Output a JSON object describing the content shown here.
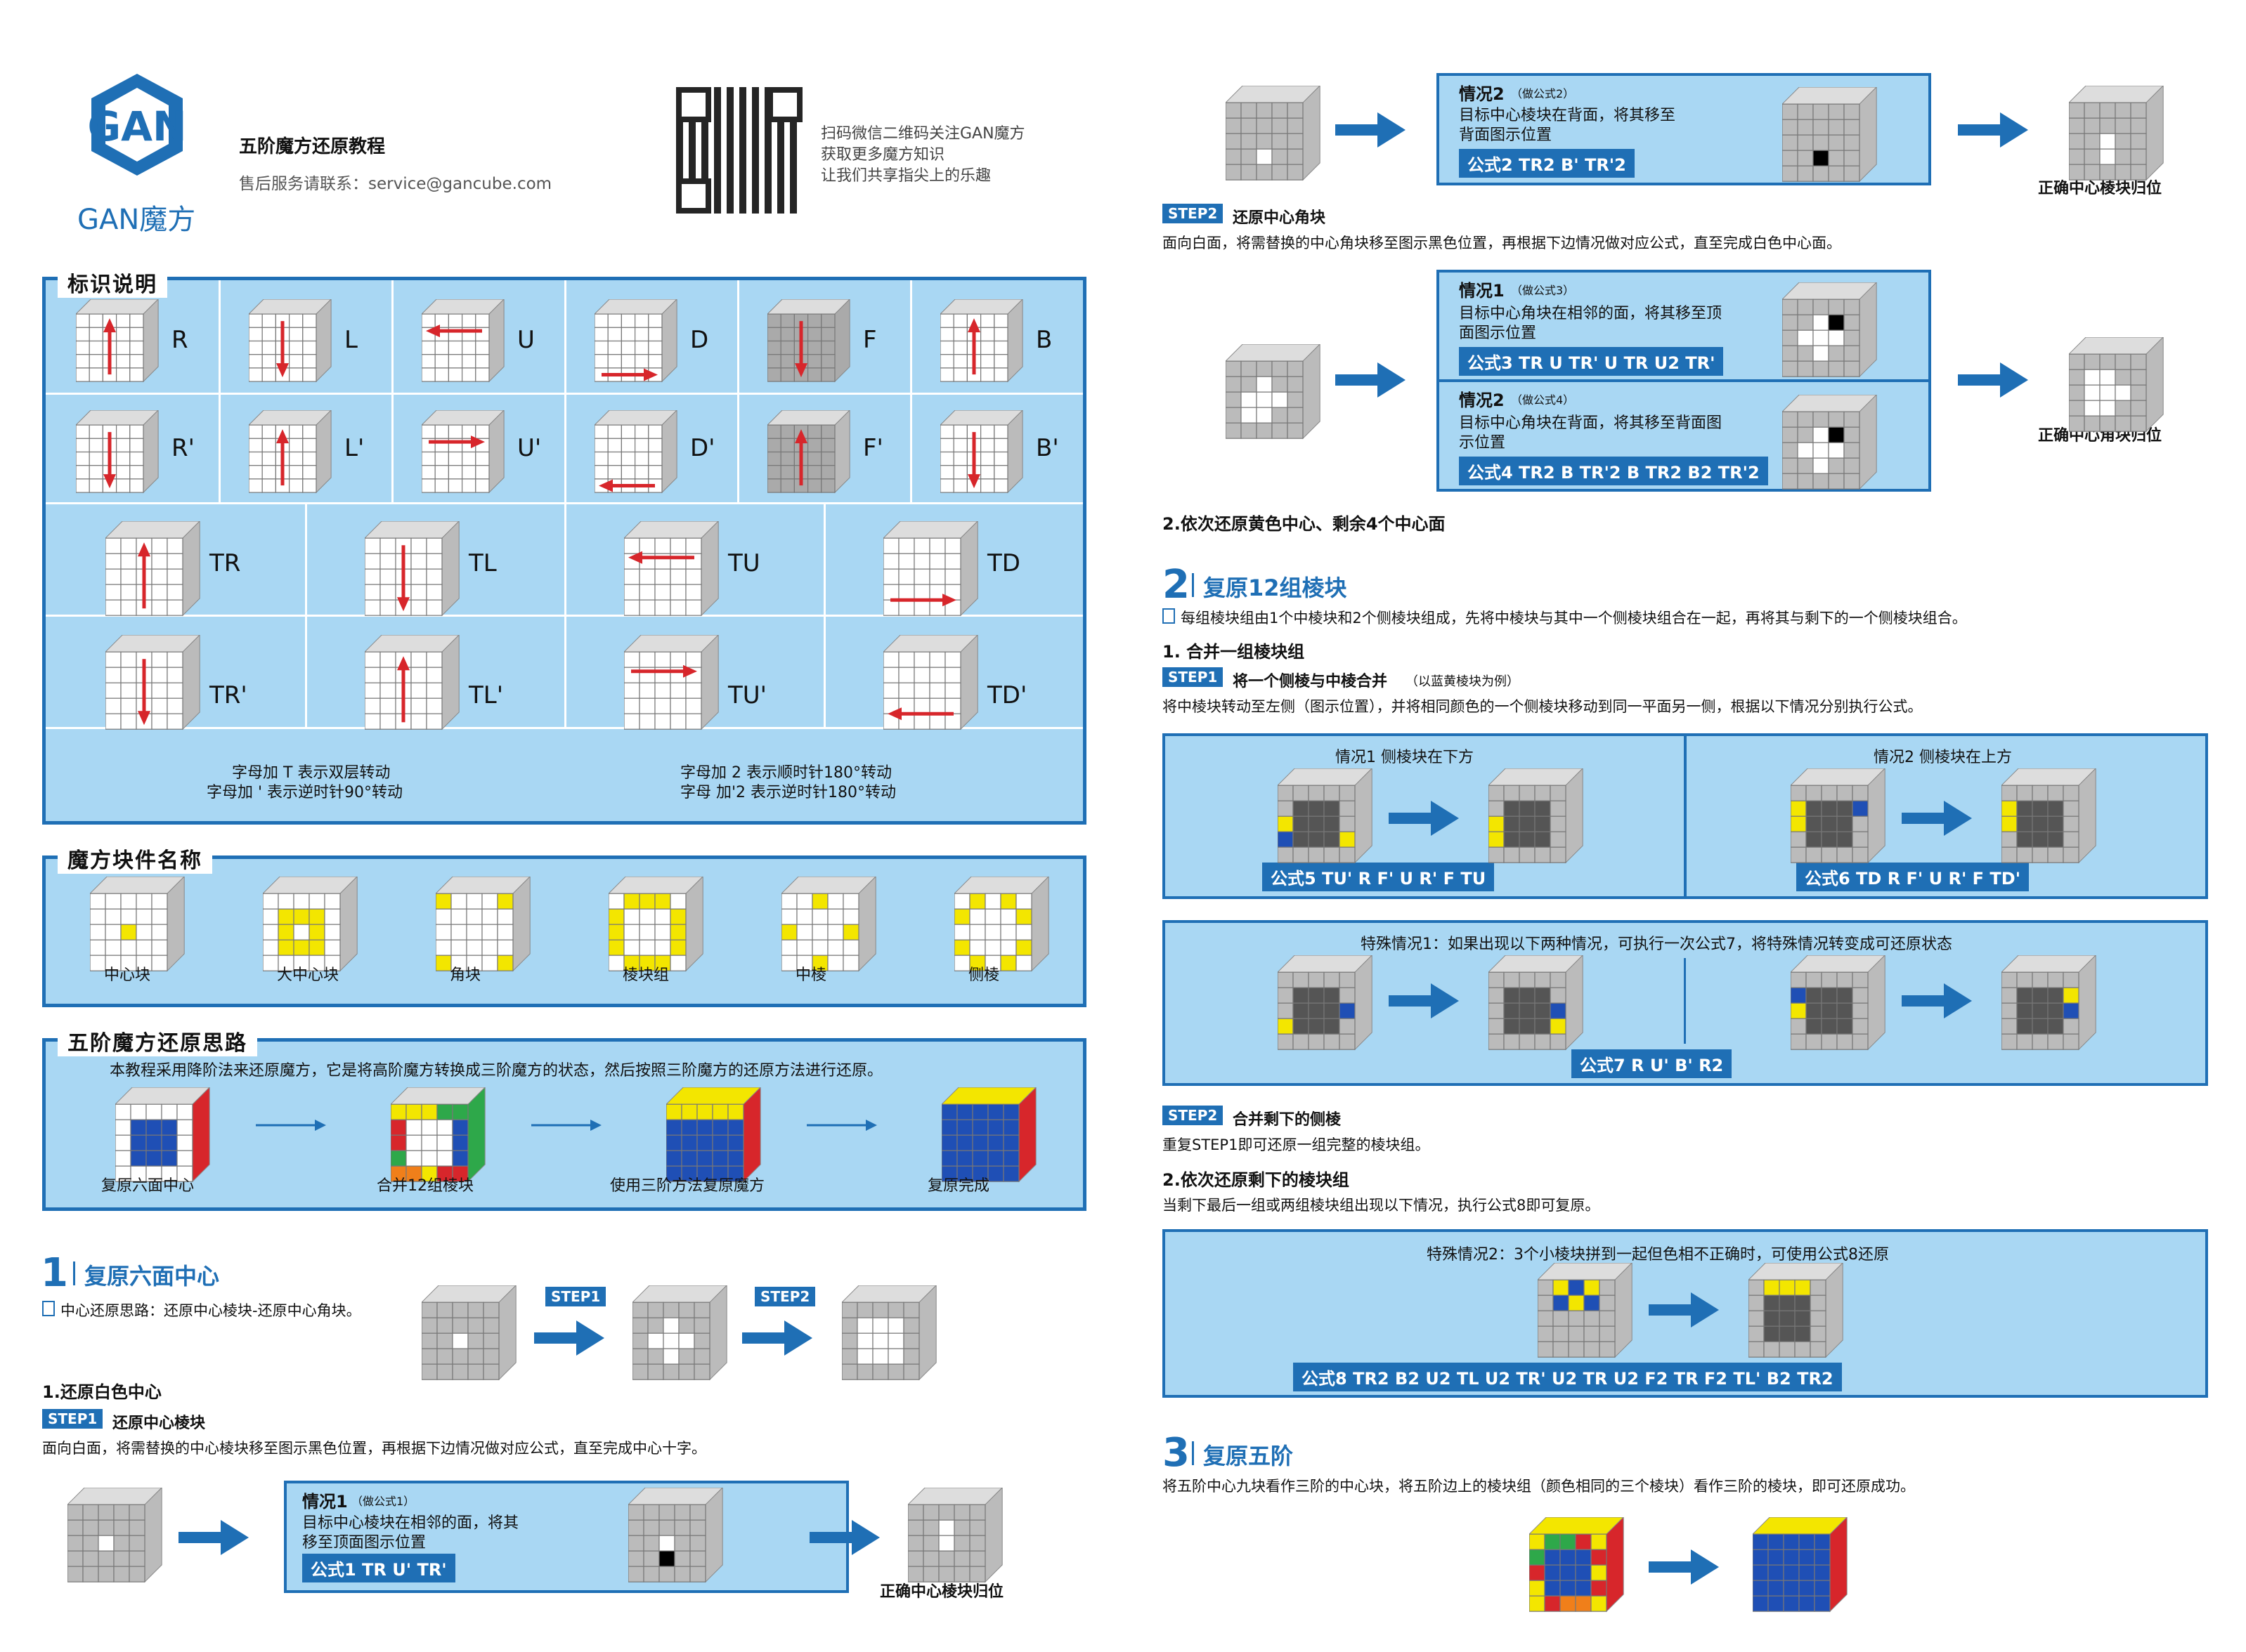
{
  "header": {
    "brand": "GAN魔方",
    "title": "五阶魔方还原教程",
    "service": "售后服务请联系：service@gancube.com",
    "qr_lines": [
      "扫码微信二维码关注GAN魔方",
      "获取更多魔方知识",
      "让我们共享指尖上的乐趣"
    ]
  },
  "notation": {
    "title": "标识说明",
    "row1": [
      "R",
      "L",
      "U",
      "D",
      "F",
      "B"
    ],
    "row2": [
      "R'",
      "L'",
      "U'",
      "D'",
      "F'",
      "B'"
    ],
    "row3": [
      "TR",
      "TL",
      "TU",
      "TD"
    ],
    "row4": [
      "TR'",
      "TL'",
      "TU'",
      "TD'"
    ],
    "note_left_1": "字母加  T 表示双层转动",
    "note_left_2": "字母加 ' 表示逆时针90°转动",
    "note_right_1": "字母加  2 表示顺时针180°转动",
    "note_right_2": "字母 加'2 表示逆时针180°转动"
  },
  "pieces": {
    "title": "魔方块件名称",
    "names": [
      "中心块",
      "大中心块",
      "角块",
      "棱块组",
      "中棱",
      "侧棱"
    ]
  },
  "approach": {
    "title": "五阶魔方还原思路",
    "desc": "本教程采用降阶法来还原魔方，它是将高阶魔方转换成三阶魔方的状态，然后按照三阶魔方的还原方法进行还原。",
    "steps": [
      "复原六面中心",
      "合并12组棱块",
      "使用三阶方法复原魔方",
      "复原完成"
    ]
  },
  "sec1": {
    "num": "1",
    "title": "复原六面中心",
    "idea": "中心还原思路：还原中心棱块-还原中心角块。",
    "step1_tag": "STEP1",
    "step2_tag": "STEP2",
    "sub1": "1.还原白色中心",
    "s1_tag": "STEP1",
    "s1_title": "还原中心棱块",
    "s1_desc": "面向白面，将需替换的中心棱块移至图示黑色位置，再根据下边情况做对应公式，直至完成中心十字。",
    "case1_title": "情况1",
    "case1_small": "（做公式1）",
    "case1_l1": "目标中心棱块在相邻的面，将其",
    "case1_l2": "移至顶面图示位置",
    "formula1": "公式1  TR   U'   TR'",
    "result1": "正确中心棱块归位"
  },
  "right": {
    "case2_title": "情况2",
    "case2_small": "（做公式2）",
    "case2_l1": "目标中心棱块在背面，将其移至",
    "case2_l2": "背面图示位置",
    "formula2": "公式2  TR2   B'   TR'2",
    "result2": "正确中心棱块归位",
    "s2_tag": "STEP2",
    "s2_title": "还原中心角块",
    "s2_desc": "面向白面，将需替换的中心角块移至图示黑色位置，再根据下边情况做对应公式，直至完成白色中心面。",
    "c3_title": "情况1",
    "c3_small": "（做公式3）",
    "c3_l1": "目标中心角块在相邻的面，将其移至顶",
    "c3_l2": "面图示位置",
    "formula3": "公式3  TR  U  TR'  U  TR  U2  TR'",
    "c4_title": "情况2",
    "c4_small": "（做公式4）",
    "c4_l1": "目标中心角块在背面，将其移至背面图",
    "c4_l2": "示位置",
    "formula4": "公式4  TR2  B  TR'2  B  TR2  B2  TR'2",
    "result3": "正确中心角块归位",
    "sub2": "2.依次还原黄色中心、剩余4个中心面",
    "sec2_num": "2",
    "sec2_title": "复原12组棱块",
    "sec2_desc": "每组棱块组由1个中棱块和2个侧棱块组成，先将中棱块与其中一个侧棱块组合在一起，再将其与剩下的一个侧棱块组合。",
    "m1": "1. 合并一组棱块组",
    "m1_tag": "STEP1",
    "m1_title": "将一个侧棱与中棱合并",
    "m1_small": "（以蓝黄棱块为例）",
    "m1_desc": "将中棱块转动至左侧（图示位置），并将相同颜色的一个侧棱块移动到同一平面另一侧，根据以下情况分别执行公式。",
    "e1_title": "情况1 侧棱块在下方",
    "e2_title": "情况2 侧棱块在上方",
    "formula5": "公式5   TU'   R   F'   U   R'   F   TU",
    "formula6": "公式6   TD   R   F'   U   R'   F   TD'",
    "special1": "特殊情况1：如果出现以下两种情况，可执行一次公式7，将特殊情况转变成可还原状态",
    "formula7": "公式7   R   U'   B'   R2",
    "m2_tag": "STEP2",
    "m2_title": "合并剩下的侧棱",
    "m2_desc": "重复STEP1即可还原一组完整的棱块组。",
    "m3": "2.依次还原剩下的棱块组",
    "m3_desc": "当剩下最后一组或两组棱块组出现以下情况，执行公式8即可复原。",
    "special2": "特殊情况2：3个小棱块拼到一起但色相不正确时，可使用公式8还原",
    "formula8": "公式8  TR2    B2    U2    TL    U2    TR'    U2    TR    U2    F2    TR    F2    TL'    B2    TR2",
    "sec3_num": "3",
    "sec3_title": "复原五阶",
    "sec3_desc": "将五阶中心九块看作三阶的中心块，将五阶边上的棱块组（颜色相同的三个棱块）看作三阶的棱块，即可还原成功。"
  },
  "colors": {
    "primary": "#1f6fb5",
    "panel": "#a9d7f3",
    "red": "#d7262b",
    "yellow": "#f3e600",
    "green": "#2ea84a",
    "orange": "#f07f1a",
    "blue": "#1f4fb5"
  }
}
